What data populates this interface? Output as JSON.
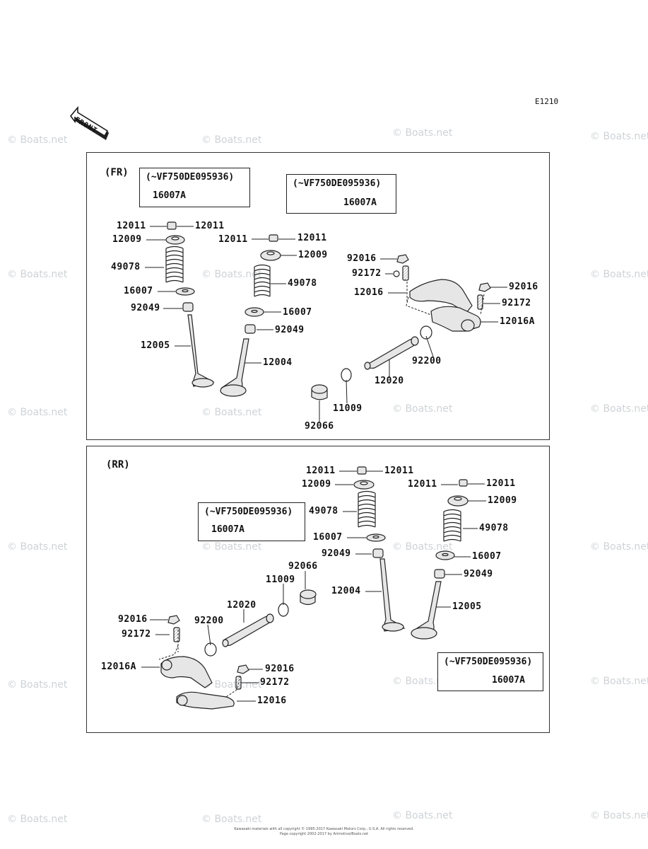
{
  "diagram": {
    "ref_code": "E1210",
    "front_label": "FRONT",
    "copyright": "Kawasaki materials with all copyright © 1995-2017 Kawasaki Motors Corp., U.S.A. All rights reserved.",
    "copyright2": "Page copyright 2002-2017 by Arimotive/Boats.net",
    "watermark": "© Boats.net"
  },
  "front_section": {
    "label": "(FR)",
    "box1": {
      "condition": "(~VF750DE095936)",
      "code": "16007A"
    },
    "box2": {
      "condition": "(~VF750DE095936)",
      "code": "16007A"
    },
    "codes": {
      "c12011a": "12011",
      "c12011b": "12011",
      "c12011c": "12011",
      "c12011d": "12011",
      "c12009a": "12009",
      "c12009b": "12009",
      "c49078a": "49078",
      "c49078b": "49078",
      "c16007a": "16007",
      "c16007b": "16007",
      "c92049a": "92049",
      "c92049b": "92049",
      "c12005": "12005",
      "c12004": "12004",
      "c92016a": "92016",
      "c92016b": "92016",
      "c92172a": "92172",
      "c92172b": "92172",
      "c12016": "12016",
      "c12016A": "12016A",
      "c92200": "92200",
      "c12020": "12020",
      "c11009": "11009",
      "c92066": "92066"
    }
  },
  "rear_section": {
    "label": "(RR)",
    "box1": {
      "condition": "(~VF750DE095936)",
      "code": "16007A"
    },
    "box2": {
      "condition": "(~VF750DE095936)",
      "code": "16007A"
    },
    "codes": {
      "c12011a": "12011",
      "c12011b": "12011",
      "c12011c": "12011",
      "c12011d": "12011",
      "c12009a": "12009",
      "c12009b": "12009",
      "c49078a": "49078",
      "c49078b": "49078",
      "c16007a": "16007",
      "c16007b": "16007",
      "c92049a": "92049",
      "c92049b": "92049",
      "c12004": "12004",
      "c12005": "12005",
      "c92066": "92066",
      "c11009": "11009",
      "c12020": "12020",
      "c92016a": "92016",
      "c92016b": "92016",
      "c92172a": "92172",
      "c92172b": "92172",
      "c92200": "92200",
      "c12016A": "12016A",
      "c12016": "12016"
    }
  },
  "colors": {
    "line": "#222222",
    "part_fill": "#e6e6e6",
    "watermark": "#cfd3d6"
  }
}
